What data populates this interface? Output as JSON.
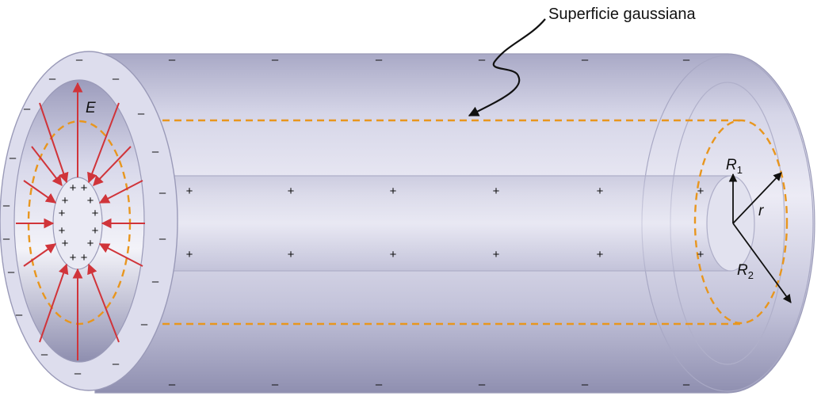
{
  "annotation": {
    "gaussian_surface_label": "Superficie gaussiana"
  },
  "labels": {
    "field": "E",
    "inner_radius": "R",
    "inner_radius_sub": "1",
    "gauss_radius": "r",
    "outer_radius": "R",
    "outer_radius_sub": "2"
  },
  "charges": {
    "outer_shell_sign": "–",
    "inner_core_sign": "+"
  },
  "colors": {
    "field_arrows": "#d0343a",
    "gaussian_surface": "#e8961e",
    "cylinder_body": "#c9c9e0",
    "ring_face": "#dcdcec",
    "radius_arrows": "#111111"
  },
  "icons": {
    "cylinder": "coaxial-cylinder-shape",
    "field_arrows": "red-radial-arrows",
    "gauss_surface": "dashed-orange-cylinder"
  }
}
